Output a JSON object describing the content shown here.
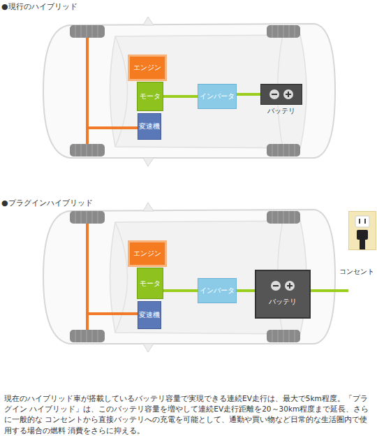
{
  "diagram": {
    "caption": "現在のハイブリッド車が搭載しているバッテリ容量で実現できる連続EV走行は、最大で5km程度。「プラグイン ハイブリッド」は、このバッテリ容量を増やして連続EV走行距離を20～30km程度まで延長、さらに一般的な コンセントから直接バッテリへの充電を可能として、通勤や買い物など日常的な生活圏内で使用する場合の燃料 消費をさらに抑える。",
    "nodes": [
      {
        "text": [
          "エンジン"
        ]
      },
      {
        "text": [
          "モータ"
        ]
      },
      {
        "text": [
          "変速機"
        ]
      },
      {
        "text": [
          "インバータ"
        ]
      },
      {
        "text": [
          "バッテリ"
        ]
      },
      {
        "text": [
          "エンジン"
        ]
      },
      {
        "text": [
          "モータ"
        ]
      },
      {
        "text": [
          "変速機"
        ]
      },
      {
        "text": [
          "インバータ"
        ]
      },
      {
        "text": [
          "バッテリ"
        ]
      },
      {
        "text": [
          "コンセント"
        ]
      }
    ],
    "edges": [
      {
        "from": 1,
        "to": 3,
        "arrow": "none"
      },
      {
        "from": 3,
        "to": 4,
        "arrow": "none"
      },
      {
        "from": 6,
        "to": 8,
        "arrow": "none"
      },
      {
        "from": 8,
        "to": 9,
        "arrow": "none"
      },
      {
        "from": 10,
        "to": 8,
        "arrow": "none"
      }
    ],
    "labels": [
      "●現行のハイブリッド",
      "●プラグインハイブリッド"
    ]
  }
}
